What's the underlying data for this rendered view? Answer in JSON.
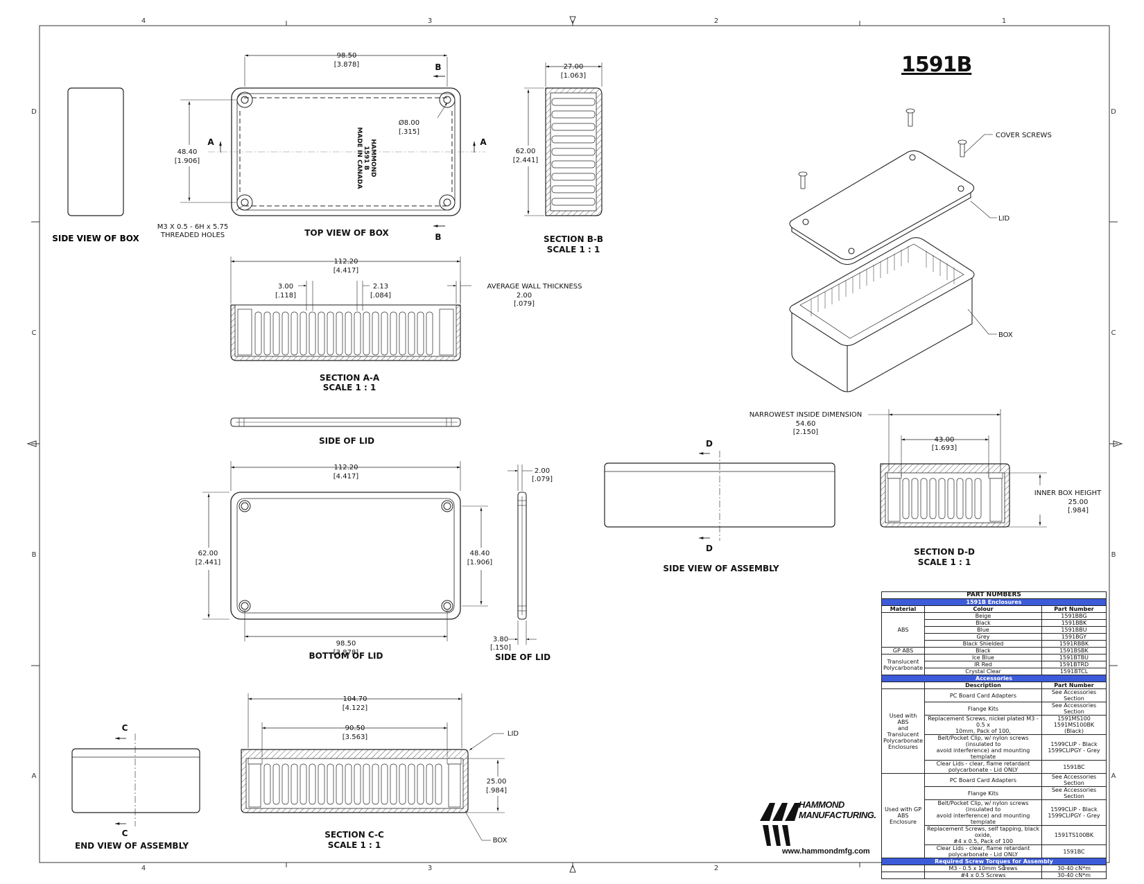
{
  "part_title": "1591B",
  "border": {
    "cols": [
      "4",
      "3",
      "2",
      "1"
    ],
    "rows": [
      "D",
      "C",
      "B",
      "A"
    ]
  },
  "views": {
    "side_view_box": "SIDE VIEW OF BOX",
    "top_view_box": "TOP VIEW OF BOX",
    "section_bb": "SECTION  B-B",
    "section_aa": "SECTION  A-A",
    "scale": "SCALE 1 : 1",
    "side_of_lid": "SIDE OF LID",
    "bottom_of_lid": "BOTTOM OF LID",
    "side_view_assembly": "SIDE VIEW OF ASSEMBLY",
    "section_dd": "SECTION  D-D",
    "end_view_assembly": "END VIEW OF ASSEMBLY",
    "section_cc": "SECTION  C-C"
  },
  "section_marks": {
    "a": "A",
    "b": "B",
    "c": "C",
    "d": "D"
  },
  "dims": {
    "top_width": "98.50",
    "top_width_in": "[3.878]",
    "top_height": "48.40",
    "top_height_in": "[1.906]",
    "hole_dia": "Ø8.00",
    "hole_dia_in": "[.315]",
    "threaded_1": "M3 X 0.5 - 6H x 5.75",
    "threaded_2": "THREADED HOLES",
    "bb_width": "27.00",
    "bb_width_in": "[1.063]",
    "bb_height": "62.00",
    "bb_height_in": "[2.441]",
    "aa_length": "112.20",
    "aa_length_in": "[4.417]",
    "rib_gap": "3.00",
    "rib_gap_in": "[.118]",
    "rib_w": "2.13",
    "rib_w_in": "[.084]",
    "wall_label": "AVERAGE WALL THICKNESS",
    "wall": "2.00",
    "wall_in": "[.079]",
    "lid_length": "112.20",
    "lid_length_in": "[4.417]",
    "lid_height": "62.00",
    "lid_height_in": "[2.441]",
    "lid_inner_h": "48.40",
    "lid_inner_h_in": "[1.906]",
    "lid_inner_w": "98.50",
    "lid_inner_w_in": "[3.878]",
    "lid_side_t": "2.00",
    "lid_side_t_in": "[.079]",
    "lid_side_b": "3.80",
    "lid_side_b_in": "[.150]",
    "narrow_label": "NARROWEST INSIDE DIMENSION",
    "narrow": "54.60",
    "narrow_in": "[2.150]",
    "dd_inner": "43.00",
    "dd_inner_in": "[1.693]",
    "inner_h_label": "INNER BOX HEIGHT",
    "inner_h": "25.00",
    "inner_h_in": "[.984]",
    "cc_outer": "104.70",
    "cc_outer_in": "[4.122]",
    "cc_inner": "90.50",
    "cc_inner_in": "[3.563]",
    "cc_h": "25.00",
    "cc_h_in": "[.984]"
  },
  "callouts": {
    "cover_screws": "COVER SCREWS",
    "lid": "LID",
    "box": "BOX",
    "cc_lid": "LID",
    "cc_box": "BOX",
    "emboss_1": "HAMMOND",
    "emboss_2": "1591 B",
    "emboss_3": "MADE IN CANADA"
  },
  "logo": {
    "line1": "HAMMOND",
    "line2": "MANUFACTURING.",
    "url": "www.hammondmfg.com"
  },
  "table": {
    "title": "PART NUMBERS",
    "section1": "1591B Enclosures",
    "h_material": "Material",
    "h_colour": "Colour",
    "h_part": "Part Number",
    "abs": "ABS",
    "gpabs": "GP ABS",
    "transl_1": "Translucent",
    "transl_2": "Polycarbonate",
    "rows": [
      {
        "colour": "Beige",
        "part": "1591BBG"
      },
      {
        "colour": "Black",
        "part": "1591BBK"
      },
      {
        "colour": "Blue",
        "part": "1591BBU"
      },
      {
        "colour": "Grey",
        "part": "1591BGY"
      },
      {
        "colour": "Black Shielded",
        "part": "1591RBBK"
      },
      {
        "colour": "Black",
        "part": "1591BSBK"
      },
      {
        "colour": "Ice Blue",
        "part": "1591BTBU"
      },
      {
        "colour": "IR Red",
        "part": "1591BTRD"
      },
      {
        "colour": "Crystal Clear",
        "part": "1591BTCL"
      }
    ],
    "section2": "Accessories",
    "h_desc": "Description",
    "grp1_1": "Used with ABS",
    "grp1_2": "and",
    "grp1_3": "Translucent",
    "grp1_4": "Polycarbonate",
    "grp1_5": "Enclosures",
    "grp2_1": "Used with GP",
    "grp2_2": "ABS Enclosure",
    "acc1": [
      {
        "d1": "PC Board Card Adapters",
        "d2": "",
        "p1": "See Accessories",
        "p2": "Section"
      },
      {
        "d1": "Flange Kits",
        "d2": "",
        "p1": "See Accessories",
        "p2": "Section"
      },
      {
        "d1": "Replacement Screws, nickel plated M3 - 0.5 x",
        "d2": "10mm, Pack of 100,",
        "p1": "1591MS100",
        "p2": "1591MS100BK (Black)"
      },
      {
        "d1": "Belt/Pocket Clip, w/ nylon screws (insulated to",
        "d2": "avoid interference) and mounting template",
        "p1": "1599CLIP - Black",
        "p2": "1599CLIPGY - Grey"
      },
      {
        "d1": "Clear Lids - clear, flame retardant",
        "d2": "polycarbonate - Lid ONLY",
        "p1": "1591BC",
        "p2": ""
      }
    ],
    "acc2": [
      {
        "d1": "PC Board Card Adapters",
        "d2": "",
        "p1": "See Accessories",
        "p2": "Section"
      },
      {
        "d1": "Flange Kits",
        "d2": "",
        "p1": "See Accessories",
        "p2": "Section"
      },
      {
        "d1": "Belt/Pocket Clip, w/ nylon screws (insulated to",
        "d2": "avoid interference) and mounting template",
        "p1": "1599CLIP - Black",
        "p2": "1599CLIPGY - Grey"
      },
      {
        "d1": "Replacement Screws, self tapping, black oxide,",
        "d2": "#4 x 0.5, Pack of 100",
        "p1": "1591TS100BK",
        "p2": ""
      },
      {
        "d1": "Clear Lids - clear, flame retardant",
        "d2": "polycarbonate - Lid ONLY",
        "p1": "1591BC",
        "p2": ""
      }
    ],
    "section3": "Required Screw Torques for Assembly",
    "torque": [
      {
        "screw": "M3 - 0.5 x 10mm Screws",
        "val": "30-40 cN*m"
      },
      {
        "screw": "#4 x 0.5 Screws",
        "val": "30-40 cN*m"
      }
    ]
  }
}
